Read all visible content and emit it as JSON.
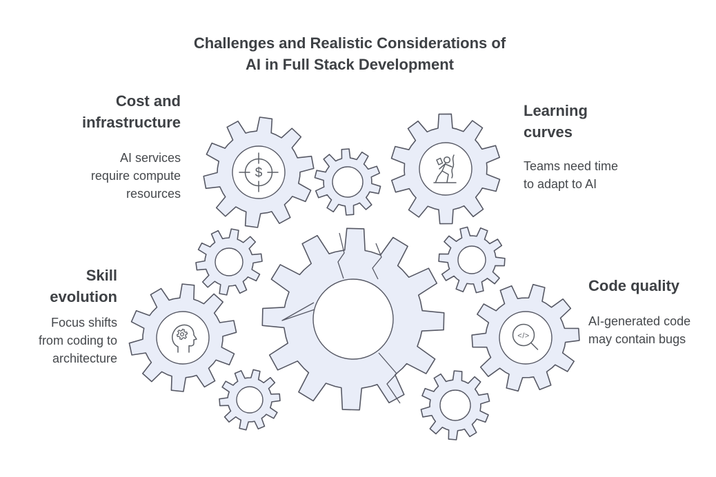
{
  "title": {
    "line1": "Challenges and Realistic Considerations of",
    "line2": "AI in Full Stack Development"
  },
  "sections": {
    "cost": {
      "heading": "Cost and infrastructure",
      "body": "AI services require compute resources",
      "icon": "dollar-target-icon"
    },
    "learning": {
      "heading": "Learning curves",
      "body": "Teams need time to adapt to AI",
      "icon": "climber-icon"
    },
    "skill": {
      "heading": "Skill evolution",
      "body": "Focus shifts from coding to architecture",
      "icon": "head-gear-icon"
    },
    "code": {
      "heading": "Code quality",
      "body": "AI-generated code may contain bugs",
      "icon": "code-search-icon"
    }
  },
  "icons": {
    "dollar_glyph": "$",
    "code_glyph": "</>"
  },
  "colors": {
    "background": "#ffffff",
    "gear_fill": "#e9edf8",
    "gear_stroke": "#565864",
    "icon_stroke": "#5b5f66",
    "heading_text": "#3e4145",
    "body_text": "#45484c"
  }
}
